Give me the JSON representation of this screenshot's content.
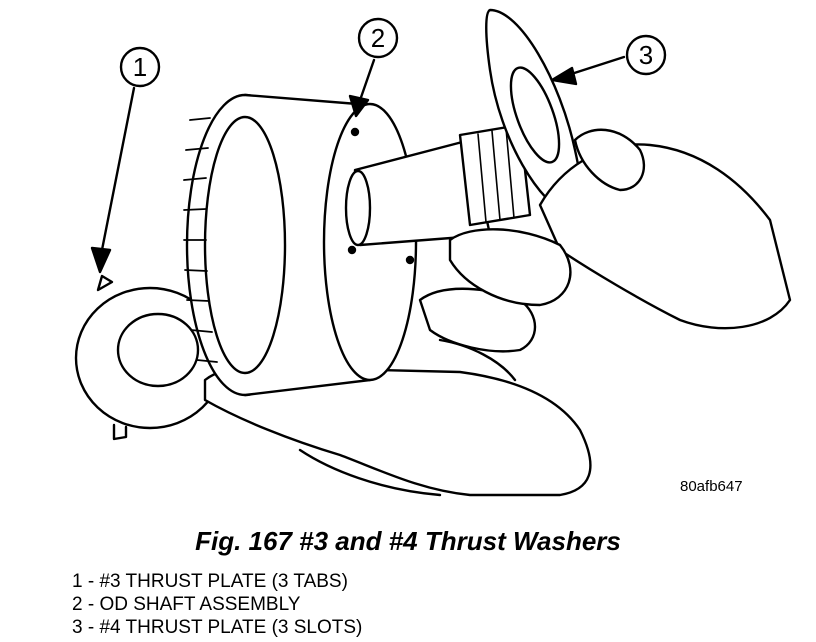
{
  "callouts": [
    {
      "number": "1"
    },
    {
      "number": "2"
    },
    {
      "number": "3"
    }
  ],
  "image_code": "80afb647",
  "caption": "Fig. 167 #3 and #4 Thrust Washers",
  "legend": [
    {
      "text": "1 - #3 THRUST PLATE (3 TABS)"
    },
    {
      "text": "2 - OD SHAFT ASSEMBLY"
    },
    {
      "text": "3 - #4 THRUST PLATE (3 SLOTS)"
    }
  ]
}
